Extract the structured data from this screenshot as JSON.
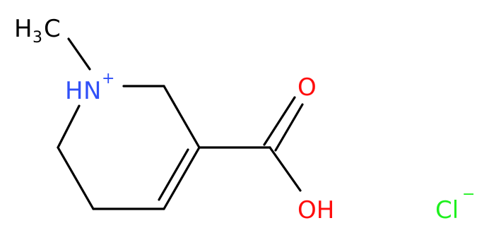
{
  "molecule": {
    "labels": {
      "methyl_h": "H",
      "methyl_sub": "3",
      "methyl_c": "C",
      "nitrogen_h": "H",
      "nitrogen_n": "N",
      "nitrogen_charge": "+",
      "carbonyl_o": "O",
      "hydroxyl": "OH",
      "chloride": "Cl",
      "chloride_charge": "−"
    },
    "colors": {
      "carbon": "#000000",
      "nitrogen": "#3050F8",
      "oxygen": "#FF0D0D",
      "chlorine": "#1FF01F"
    }
  }
}
